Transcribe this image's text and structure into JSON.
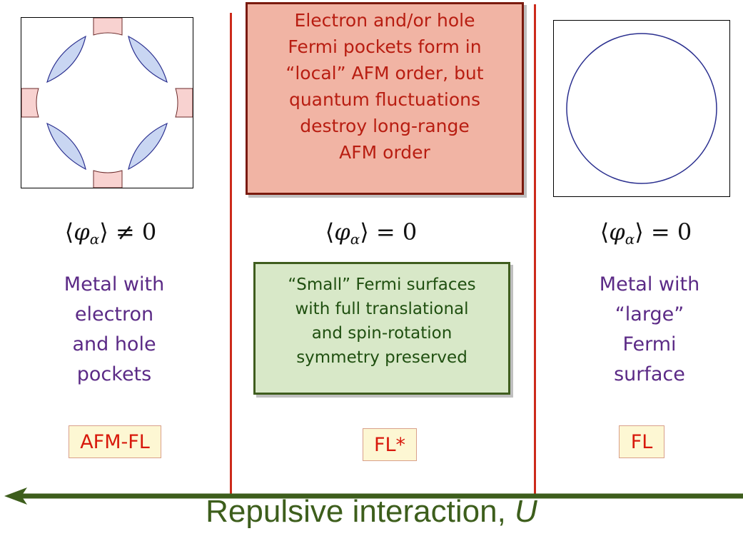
{
  "colors": {
    "divider": "#cc2a1b",
    "arrow": "#3d5e1c",
    "description": "#5b2a86",
    "tag_text": "#d8190c",
    "tag_bg": "#fdf7d3",
    "hole_pocket_fill": "#f8d2d0",
    "electron_pocket_fill": "#c9d6f2",
    "fermi_line": "#2a2f8f"
  },
  "left": {
    "order_parameter": "≠ 0",
    "description": [
      "Metal with",
      "electron",
      "and hole",
      "pockets"
    ],
    "tag": "AFM-FL"
  },
  "middle": {
    "top_box": [
      "Electron and/or hole",
      "Fermi pockets form in",
      "“local” AFM order, but",
      "quantum fluctuations",
      "destroy long-range",
      "AFM order"
    ],
    "order_parameter": "= 0",
    "green_box": [
      "“Small” Fermi surfaces",
      "with full translational",
      "and spin-rotation",
      "symmetry preserved"
    ],
    "tag": "FL*"
  },
  "right": {
    "order_parameter": "= 0",
    "description": [
      "Metal with",
      "“large”",
      "Fermi",
      "surface"
    ],
    "tag": "FL"
  },
  "axis": {
    "label": "Repulsive interaction, ",
    "variable": "U"
  }
}
